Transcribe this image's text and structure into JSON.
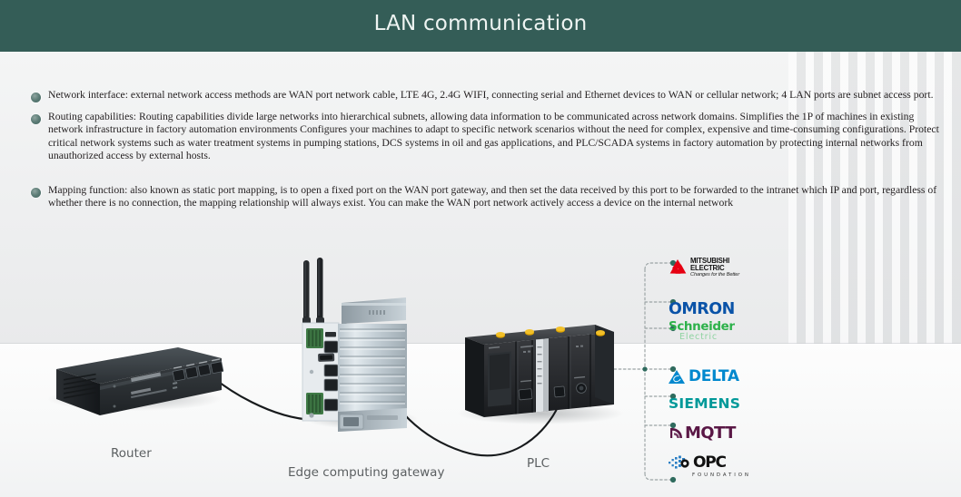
{
  "header": {
    "title": "LAN communication",
    "bg_color": "#345d57"
  },
  "bullets": [
    {
      "id": "network-interface",
      "text": "Network interface: external network access methods are WAN port network cable, LTE 4G, 2.4G WIFI, connecting serial and Ethernet devices to WAN or cellular network; 4 LAN ports are subnet access port."
    },
    {
      "id": "routing-capabilities",
      "text": "Routing capabilities: Routing capabilities divide large networks into hierarchical subnets, allowing data information to be communicated across network domains. Simplifies the 1P of machines in existing network infrastructure in factory automation environments Configures your machines to adapt to specific network scenarios without the need for complex, expensive and time-consuming configurations. Protect critical network systems such as water treatment systems in pumping stations, DCS systems in oil and gas applications, and PLC/SCADA systems in factory automation by protecting internal networks from unauthorized access by external hosts."
    },
    {
      "id": "mapping-function",
      "text": "Mapping function: also known as static port mapping, is to open a fixed port on the WAN port gateway, and then set the data received by this port to be forwarded to the intranet which IP and port, regardless of whether there is no connection, the mapping relationship will always exist. You can make the WAN port network actively access a device on the internal network"
    }
  ],
  "devices": [
    {
      "id": "router",
      "caption": "Router"
    },
    {
      "id": "gateway",
      "caption": "Edge computing gateway"
    },
    {
      "id": "plc",
      "caption": "PLC"
    }
  ],
  "brands": [
    {
      "id": "mitsubishi",
      "line1": "MITSUBISHI",
      "line2": "ELECTRIC",
      "tagline": "Changes for the Better",
      "color": "#e60012"
    },
    {
      "id": "omron",
      "name": "OMRON",
      "color": "#0a53a8"
    },
    {
      "id": "schneider",
      "line1": "Schneider",
      "line2": "Electric",
      "color": "#2db14a"
    },
    {
      "id": "delta",
      "name": "DELTA",
      "color": "#0088ce"
    },
    {
      "id": "siemens",
      "name": "SIEMENS",
      "color": "#009999"
    },
    {
      "id": "mqtt",
      "name": "MQTT",
      "color": "#5a1846"
    },
    {
      "id": "opc",
      "name": "OPC",
      "sub": "FOUNDATION",
      "color": "#111111"
    }
  ],
  "connector": {
    "dot_color": "#2f6b5e",
    "line_color": "#9aa3a4",
    "style": "dotted"
  }
}
